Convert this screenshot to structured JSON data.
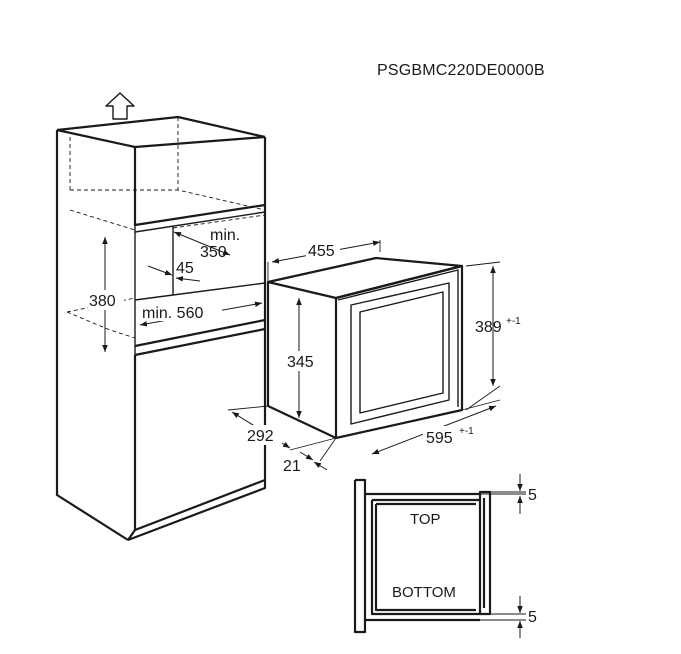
{
  "model_code": "PSGBMC220DE0000B",
  "icons": {
    "vent": "ventilation-arrow-up-icon"
  },
  "cabinet": {
    "height": "380",
    "depth_min_label": "min.",
    "depth_min_value": "350",
    "gap": "45",
    "width_min": "min. 560"
  },
  "appliance": {
    "depth": "455",
    "height": "345",
    "front_height": "389",
    "front_height_tol": "+-1",
    "side_depth": "292",
    "front_offset": "21",
    "front_width": "595",
    "front_width_tol": "+-1"
  },
  "section": {
    "top_label": "TOP",
    "bottom_label": "BOTTOM",
    "top_clearance": "5",
    "bottom_clearance": "5"
  }
}
